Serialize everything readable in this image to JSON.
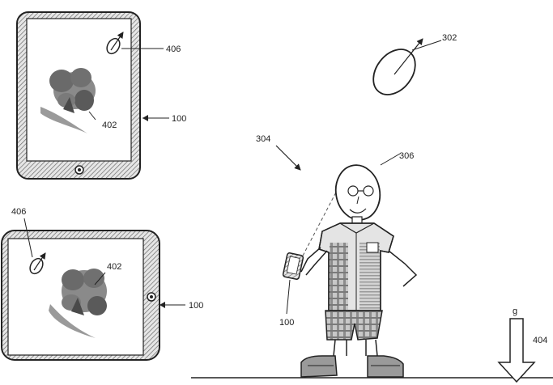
{
  "labels": {
    "portrait_device": "100",
    "portrait_image": "402",
    "portrait_balloon": "406",
    "landscape_device": "100",
    "landscape_image": "402",
    "landscape_balloon": "406",
    "sky_balloon": "302",
    "viewer_arrow": "304",
    "person_head": "306",
    "held_device": "100",
    "gravity_symbol": "g",
    "gravity_arrow": "404"
  },
  "colors": {
    "stroke": "#222222",
    "screen": "#ffffff",
    "frame_hatch": "#6a6a6a",
    "tree_dark": "#5a5a5a",
    "tree_light": "#9a9a9a",
    "plaid": "#8c8c8c"
  },
  "icons": [
    "balloon-icon",
    "tree-image-icon",
    "home-button-icon",
    "gravity-arrow-icon",
    "person-figure-icon"
  ]
}
